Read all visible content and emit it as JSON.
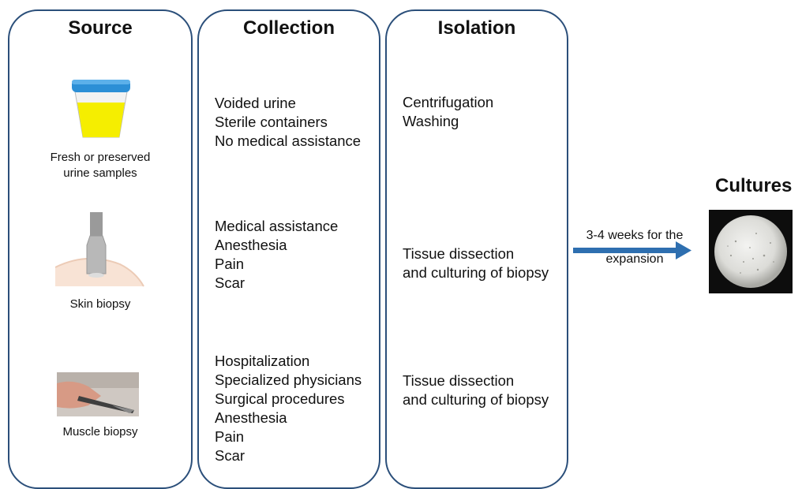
{
  "columns": {
    "source": {
      "title": "Source",
      "captions": [
        "Fresh  or preserved",
        "urine samples",
        "Skin biopsy",
        "Muscle  biopsy"
      ]
    },
    "collection": {
      "title": "Collection",
      "groups": [
        [
          "Voided urine",
          "Sterile containers",
          "No medical assistance"
        ],
        [
          "Medical assistance",
          "Anesthesia",
          "Pain",
          "Scar"
        ],
        [
          "Hospitalization",
          "Specialized physicians",
          "Surgical procedures",
          "Anesthesia",
          "Pain",
          "Scar"
        ]
      ]
    },
    "isolation": {
      "title": "Isolation",
      "groups": [
        [
          "Centrifugation",
          "Washing"
        ],
        [
          "Tissue dissection",
          "and culturing of biopsy"
        ],
        [
          "Tissue dissection",
          "and culturing of biopsy"
        ]
      ]
    }
  },
  "cultures": {
    "title": "Cultures",
    "arrow_label_line1": "3-4 weeks for the",
    "arrow_label_line2": "expansion"
  },
  "colors": {
    "border": "#2b4f7a",
    "arrow": "#2e6fb0",
    "urine": "#f5ee00",
    "cup_lid": "#2c8fd6"
  },
  "icons": [
    "urine-cup-icon",
    "skin-biopsy-punch-icon",
    "muscle-biopsy-scalpel-icon",
    "culture-dish-icon"
  ]
}
